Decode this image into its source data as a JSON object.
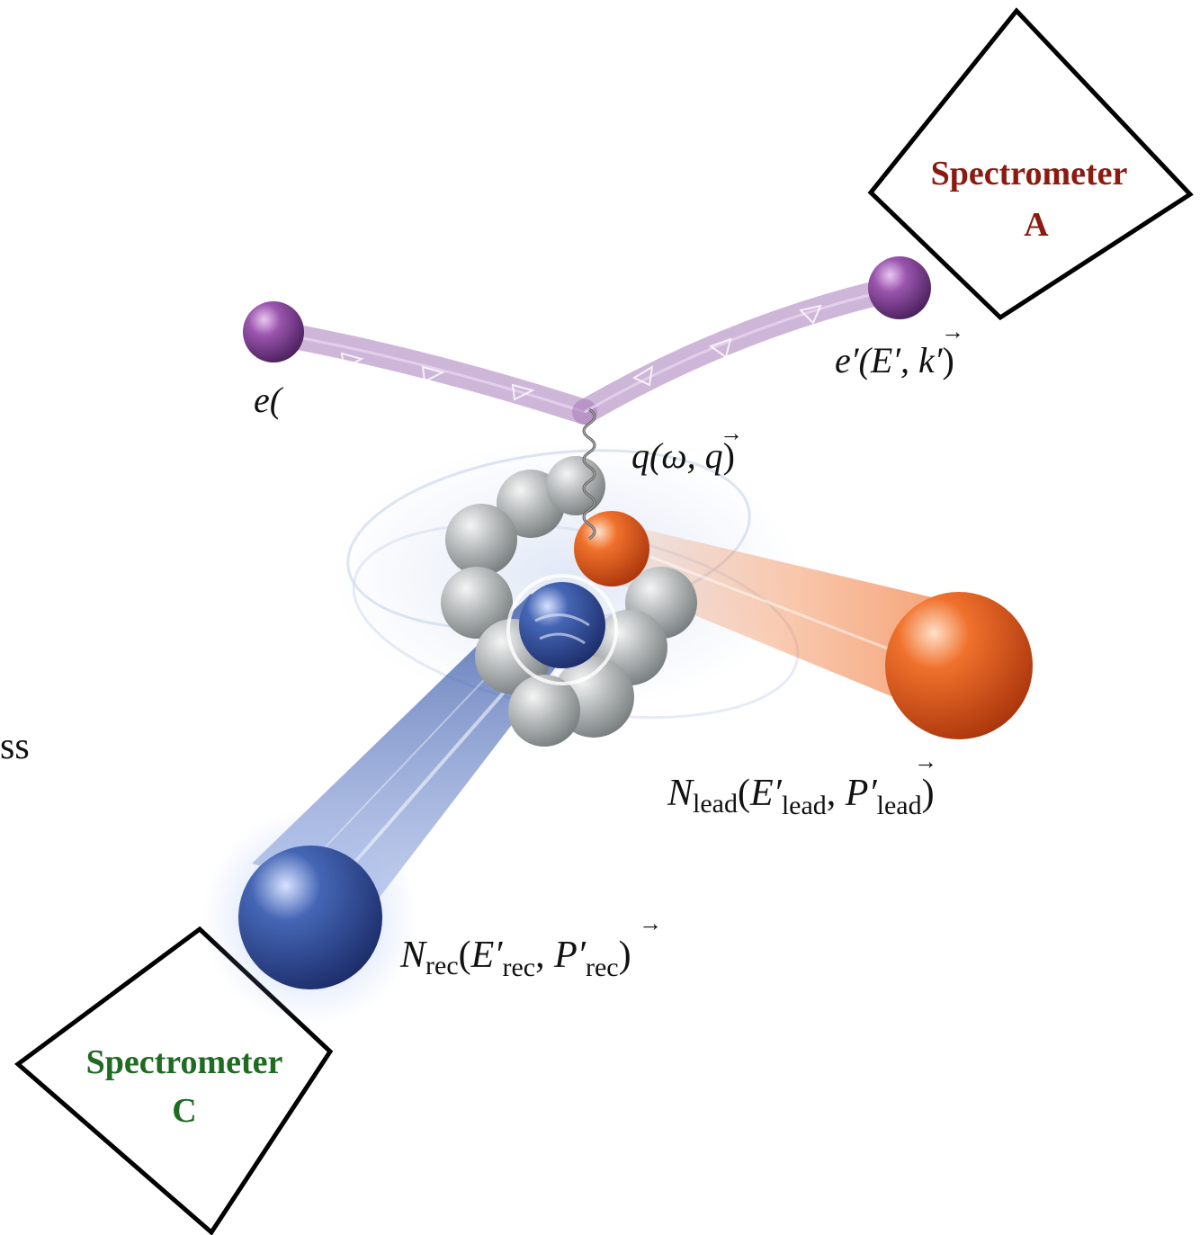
{
  "spectrometer_a": {
    "line1": "Spectrometer",
    "line2": "A",
    "color": "#8b1a10"
  },
  "spectrometer_c": {
    "line1": "Spectrometer",
    "line2": "C",
    "color": "#1f6b22"
  },
  "labels": {
    "incoming_electron": "e(",
    "scattered_electron": {
      "main": "e′(E′, ",
      "vec": "k′",
      "close": ")"
    },
    "virtual_photon": {
      "main": "q(ω, ",
      "vec": "q",
      "close": ")"
    },
    "lead_nucleon": {
      "N": "N",
      "sub": "lead",
      "E": "E′",
      "P": "P′",
      "open": "(",
      "sep": ", ",
      "close": ")"
    },
    "recoil_nucleon": {
      "N": "N",
      "sub": "rec",
      "E": "E′",
      "P": "P′",
      "open": "(",
      "sep": ", ",
      "close": ")"
    },
    "left_edge_fragment": "ss"
  },
  "colors": {
    "electron": "#7a3a8f",
    "lead_nucleon": "#e0521a",
    "recoil_nucleon": "#2f4f9e",
    "nucleus": "#a8acad"
  }
}
